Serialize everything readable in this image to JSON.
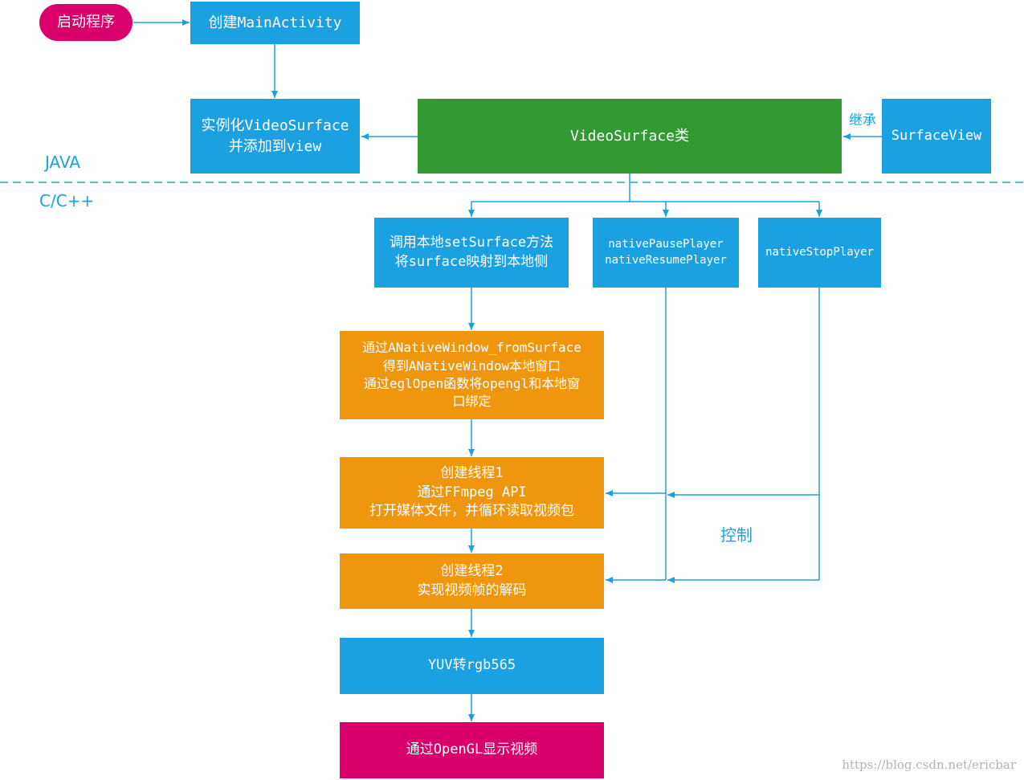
{
  "colors": {
    "blue": "#1ba1e2",
    "green": "#339933",
    "orange": "#f0960e",
    "magenta": "#d9006c",
    "edge": "#1ba1e2"
  },
  "nodes": {
    "start": "启动程序",
    "create_main": "创建MainActivity",
    "instantiate": "实例化VideoSurface\n并添加到view",
    "video_surface": "VideoSurface类",
    "surface_view": "SurfaceView",
    "set_surface": "调用本地setSurface方法\n将surface映射到本地侧",
    "pause_resume": "nativePausePlayer\nnativeResumePlayer",
    "stop_player": "nativeStopPlayer",
    "native_window": "通过ANativeWindow_fromSurface\n得到ANativeWindow本地窗口\n通过eglOpen函数将opengl和本地窗\n口绑定",
    "thread1": "创建线程1\n通过FFmpeg API\n打开媒体文件，并循环读取视频包",
    "thread2": "创建线程2\n实现视频帧的解码",
    "yuv": "YUV转rgb565",
    "opengl": "通过OpenGL显示视频"
  },
  "labels": {
    "inherit": "继承",
    "java": "JAVA",
    "cpp": "C/C++",
    "control": "控制"
  },
  "watermark": "https://blog.csdn.net/ericbar"
}
